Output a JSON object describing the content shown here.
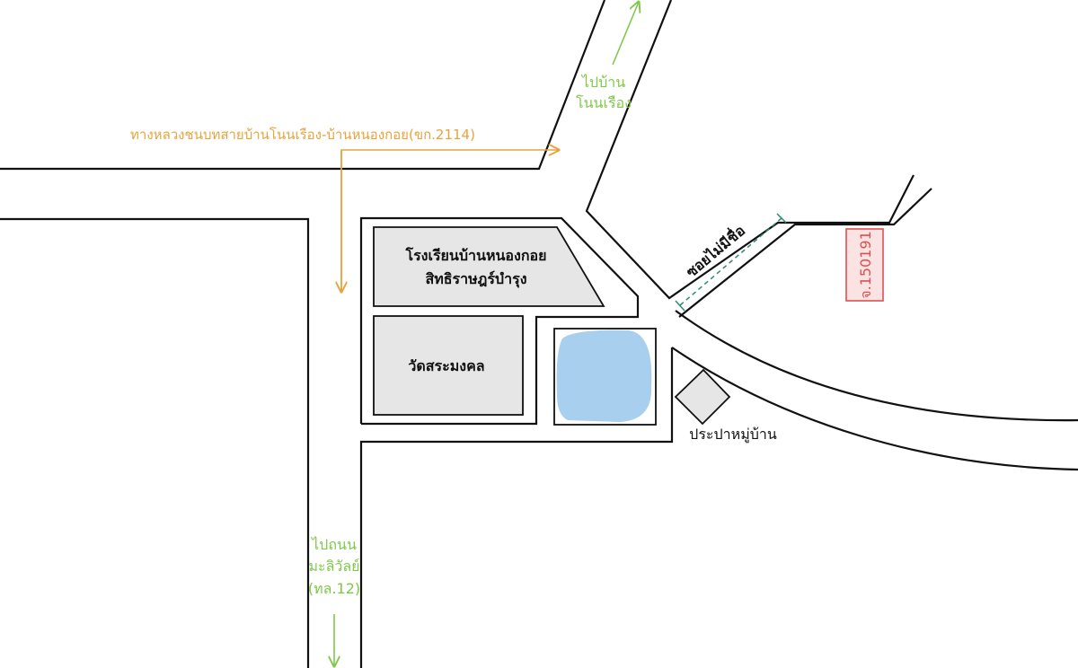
{
  "map": {
    "highway_label": "ทางหลวงชนบทสายบ้านโนนเรือง-บ้านหนองกอย(ขก.2114)",
    "to_nonrueang": [
      "ไปบ้าน",
      "โนนเรือง"
    ],
    "to_mali": [
      "ไปถนน",
      "มะลิวัลย์",
      "(ทล.12)"
    ],
    "school": [
      "โรงเรียนบ้านหนองกอย",
      "สิทธิราษฎร์บำรุง"
    ],
    "temple": "วัดสระมงคล",
    "water_supply": "ประปาหมู่บ้าน",
    "soi": "ซอยไม่มีชื่อ",
    "km_marker": "จ.150191"
  },
  "colors": {
    "road": "#111111",
    "building_fill": "#e6e6e6",
    "pond": "#a8cfee",
    "orange": "#e8a33d",
    "green": "#7fc84a",
    "teal_dash": "#2e8b6a",
    "red_marker": "#e05050",
    "marker_fill": "#fbe3e3"
  }
}
